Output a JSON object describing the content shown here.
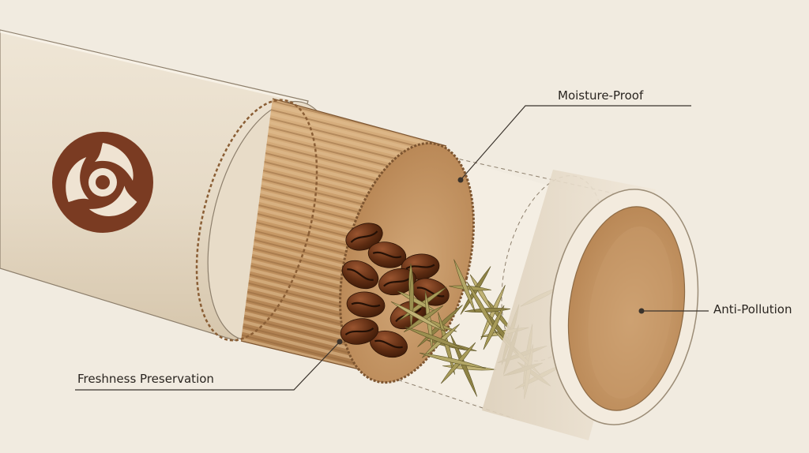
{
  "callouts": {
    "moisture_proof": "Moisture-Proof",
    "anti_pollution": "Anti-Pollution",
    "freshness_preservation": "Freshness Preservation"
  },
  "icons": {
    "logo": "swirl-logo-icon",
    "contents": [
      "coffee-beans",
      "tea-leaves"
    ]
  },
  "colors": {
    "background": "#f1ebe0",
    "outer_tube": "#e9dfcf",
    "kraft": "#c79a67",
    "logo": "#7a3b22",
    "coffee": "#5a2a12",
    "tea": "#a59858",
    "line": "#3a332c"
  }
}
